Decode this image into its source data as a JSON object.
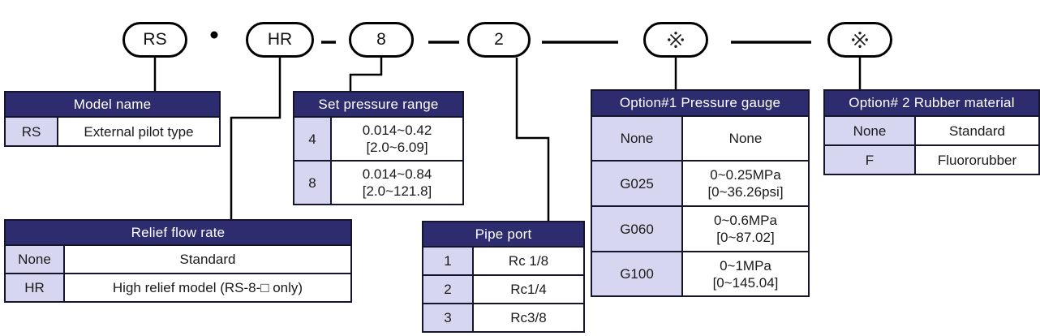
{
  "diagram": {
    "title_hint": "Model number coding diagram",
    "code_pills": [
      {
        "label": "RS",
        "links_to": "model_name"
      },
      {
        "label": "HR",
        "links_to": "relief_flow_rate"
      },
      {
        "label": "8",
        "links_to": "set_pressure_range"
      },
      {
        "label": "2",
        "links_to": "pipe_port"
      },
      {
        "label": "※",
        "icon": "reference-mark",
        "links_to": "option1_pressure_gauge"
      },
      {
        "label": "※",
        "icon": "reference-mark",
        "links_to": "option2_rubber_material"
      }
    ],
    "separators": [
      "•",
      "–",
      "—",
      "—",
      "—"
    ]
  },
  "tables": {
    "model_name": {
      "title": "Model name",
      "rows": [
        {
          "code": "RS",
          "desc": "External pilot type"
        }
      ]
    },
    "set_pressure_range": {
      "title": "Set pressure range",
      "rows": [
        {
          "code": "4",
          "desc": "0.014~0.42\n[2.0~6.09]"
        },
        {
          "code": "8",
          "desc": "0.014~0.84\n[2.0~121.8]"
        }
      ]
    },
    "relief_flow_rate": {
      "title": "Relief flow rate",
      "rows": [
        {
          "code": "None",
          "desc": "Standard"
        },
        {
          "code": "HR",
          "desc": "High relief model (RS-8-□ only)"
        }
      ]
    },
    "pipe_port": {
      "title": "Pipe port",
      "rows": [
        {
          "code": "1",
          "desc": "Rc 1/8"
        },
        {
          "code": "2",
          "desc": "Rc1/4"
        },
        {
          "code": "3",
          "desc": "Rc3/8"
        }
      ]
    },
    "option1_pressure_gauge": {
      "title": "Option#1 Pressure gauge",
      "rows": [
        {
          "code": "None",
          "desc": "None"
        },
        {
          "code": "G025",
          "desc": "0~0.25MPa\n[0~36.26psi]"
        },
        {
          "code": "G060",
          "desc": "0~0.6MPa\n[0~87.02]"
        },
        {
          "code": "G100",
          "desc": "0~1MPa\n[0~145.04]"
        }
      ]
    },
    "option2_rubber_material": {
      "title": "Option# 2 Rubber material",
      "rows": [
        {
          "code": "None",
          "desc": "Standard"
        },
        {
          "code": "F",
          "desc": "Fluororubber"
        }
      ]
    }
  },
  "colors": {
    "header_bg": "#2d2c6e",
    "header_text": "#ffffff",
    "code_cell_bg": "#d6d6f0",
    "desc_cell_bg": "#ffffff",
    "table_border": "#15152e",
    "line_color": "#000000"
  }
}
